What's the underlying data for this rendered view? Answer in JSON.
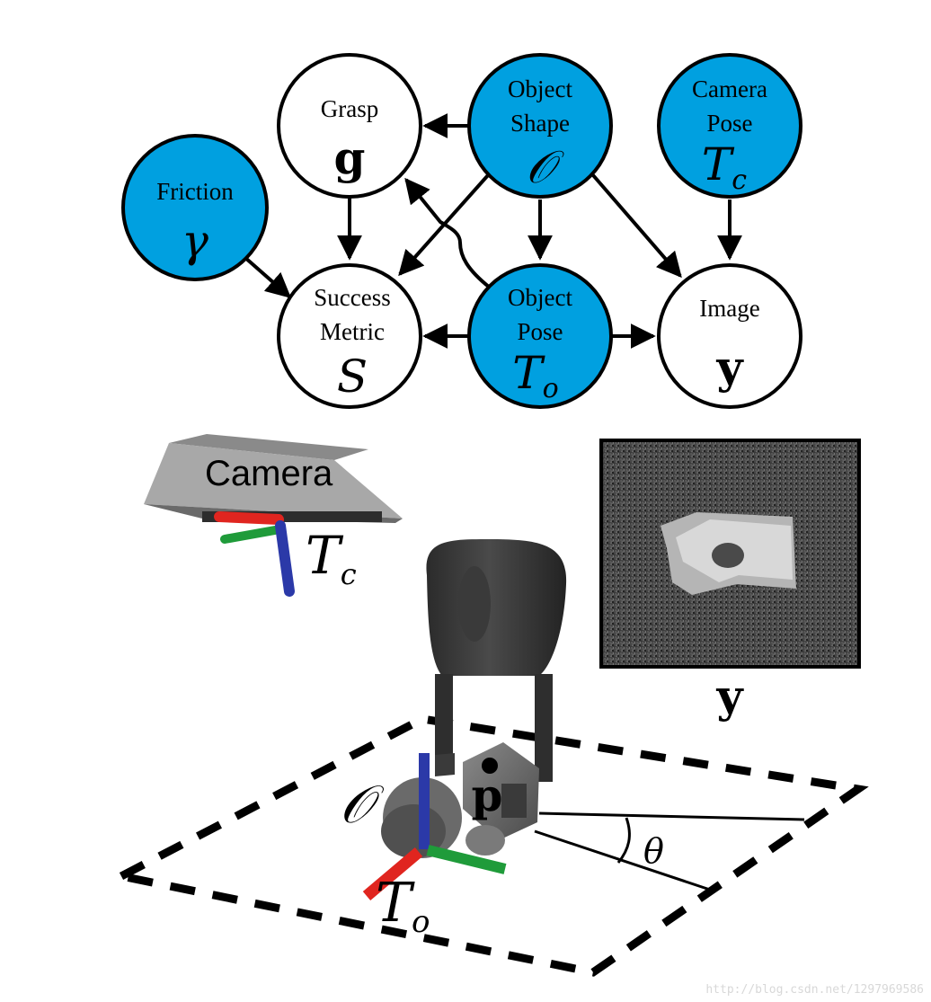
{
  "graph": {
    "nodes": {
      "grasp": {
        "label": "Grasp",
        "symbol": "g",
        "fill": "#ffffff"
      },
      "friction": {
        "label": "Friction",
        "symbol": "γ",
        "fill": "#00a0e0"
      },
      "object_shape": {
        "label_line1": "Object",
        "label_line2": "Shape",
        "symbol": "𝒪",
        "fill": "#00a0e0"
      },
      "camera_pose": {
        "label_line1": "Camera",
        "label_line2": "Pose",
        "symbol": "T",
        "subscript": "c",
        "fill": "#00a0e0"
      },
      "success_metric": {
        "label_line1": "Success",
        "label_line2": "Metric",
        "symbol": "S",
        "fill": "#ffffff"
      },
      "object_pose": {
        "label_line1": "Object",
        "label_line2": "Pose",
        "symbol": "T",
        "subscript": "o",
        "fill": "#00a0e0"
      },
      "image": {
        "label": "Image",
        "symbol": "y",
        "fill": "#ffffff"
      }
    }
  },
  "scene": {
    "camera_label": "Camera",
    "camera_pose_symbol": "T",
    "camera_pose_subscript": "c",
    "object_shape_symbol": "𝒪",
    "object_pose_symbol": "T",
    "object_pose_subscript": "o",
    "grasp_center_symbol": "p",
    "angle_symbol": "θ",
    "image_symbol": "y"
  },
  "watermark": "http://blog.csdn.net/1297969586"
}
